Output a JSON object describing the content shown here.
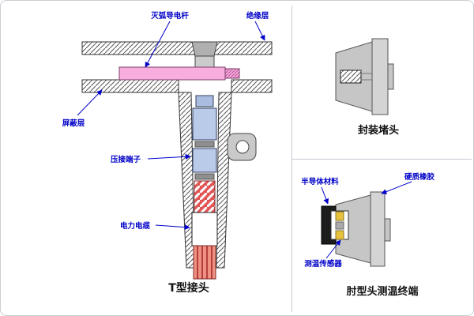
{
  "figure": {
    "panels": {
      "t_joint": {
        "caption": "T型接头",
        "labels": {
          "arc_rod": "灭弧导电杆",
          "insulation_layer": "绝缘层",
          "shield_layer": "屏蔽层",
          "crimp_terminal": "压接端子",
          "power_cable": "电力电缆"
        }
      },
      "sealing_plug": {
        "caption": "封装堵头"
      },
      "elbow_terminal": {
        "caption": "肘型头测温终端",
        "labels": {
          "semiconductor": "半导体材料",
          "hard_rubber": "硬质橡胶",
          "temp_sensor": "测温传感器"
        }
      }
    },
    "colors": {
      "label_blue": "#0000c8",
      "rod_pink": "#f7aede",
      "terminal_blue": "#b9cbe9",
      "cable_red": "#e25555",
      "strand_red": "#f09080",
      "sensor_yellow": "#e6c23c",
      "metal_gray": "#c6c6c6"
    }
  }
}
